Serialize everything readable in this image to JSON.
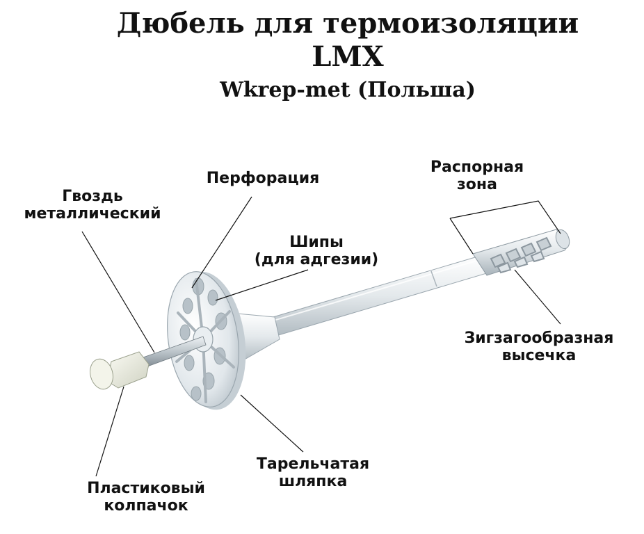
{
  "header": {
    "title_line1": "Дюбель для термоизоляции",
    "title_line2": "LMX",
    "subtitle": "Wkrep-met (Польша)"
  },
  "labels": {
    "nail": [
      "Гвоздь",
      "металлический"
    ],
    "perforation": [
      "Перфорация"
    ],
    "spikes": [
      "Шипы",
      "(для адгезии)"
    ],
    "spreading_zone": [
      "Распорная",
      "зона"
    ],
    "zigzag_notch": [
      "Зигзагообразная",
      "высечка"
    ],
    "plate_head": [
      "Тарельчатая",
      "шляпка"
    ],
    "plastic_cap": [
      "Пластиковый",
      "колпачок"
    ]
  },
  "colors": {
    "background": "#ffffff",
    "text": "#111111",
    "dowel_light": "#f2f5f7",
    "dowel_mid": "#d6dde2",
    "dowel_dark": "#9aa6ae",
    "nail_metal": "#b9c2c8",
    "cap": "#e8eadd"
  }
}
